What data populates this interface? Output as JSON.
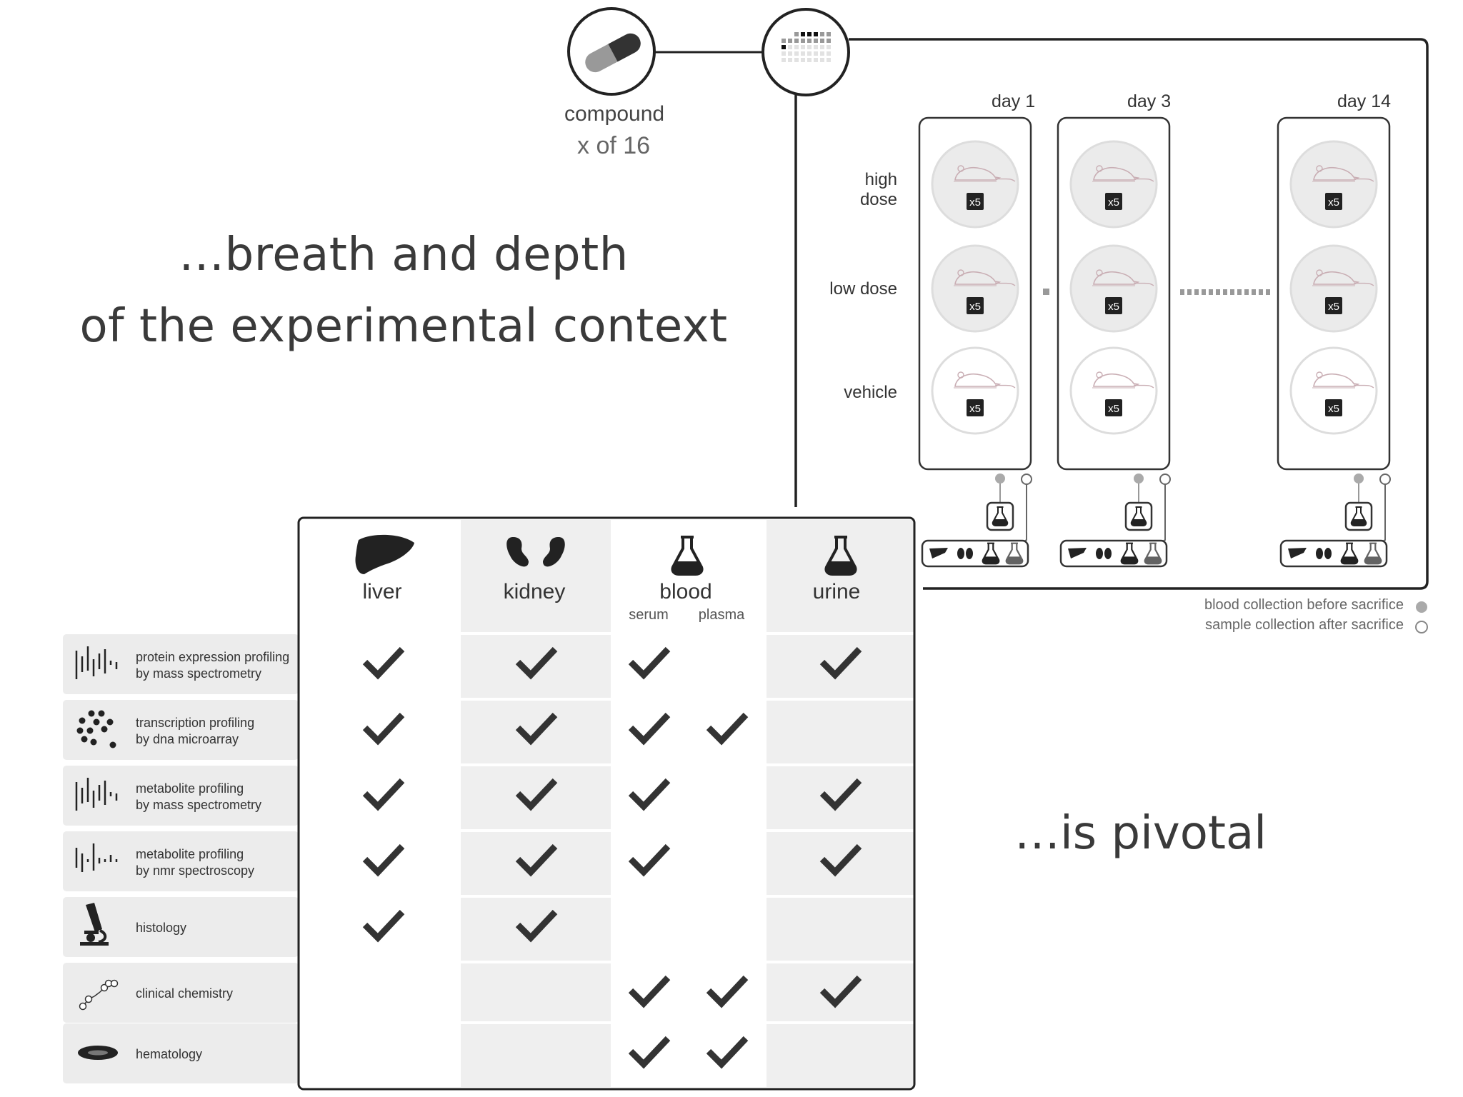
{
  "headline": {
    "line1": "…breath and depth",
    "line2": "of the experimental context",
    "conclusion": "…is pivotal"
  },
  "compound": {
    "label": "compound",
    "count": "x of 16"
  },
  "study_design": {
    "days": [
      "day 1",
      "day 3",
      "day 14"
    ],
    "dose_groups": [
      "high dose",
      "low dose",
      "vehicle"
    ],
    "animals_per_group": "x5",
    "legend": {
      "blood_before": "blood collection before sacrifice",
      "sample_after": "sample collection after sacrifice"
    }
  },
  "table": {
    "columns": [
      {
        "label": "liver",
        "icon": "liver-icon"
      },
      {
        "label": "kidney",
        "icon": "kidney-icon"
      },
      {
        "label": "blood",
        "icon": "flask-icon",
        "sublabels": [
          "serum",
          "plasma"
        ]
      },
      {
        "label": "urine",
        "icon": "flask-icon"
      }
    ],
    "rows": [
      {
        "label_line1": "protein expression profiling",
        "label_line2": "by mass spectrometry",
        "icon": "mass-spectrum-icon",
        "checks": {
          "liver": true,
          "kidney": true,
          "serum": true,
          "plasma": false,
          "urine": true
        }
      },
      {
        "label_line1": "transcription profiling",
        "label_line2": "by dna microarray",
        "icon": "microarray-dots-icon",
        "checks": {
          "liver": true,
          "kidney": true,
          "serum": true,
          "plasma": true,
          "urine": false
        }
      },
      {
        "label_line1": "metabolite profiling",
        "label_line2": "by mass spectrometry",
        "icon": "mass-spectrum-icon",
        "checks": {
          "liver": true,
          "kidney": true,
          "serum": true,
          "plasma": false,
          "urine": true
        }
      },
      {
        "label_line1": "metabolite profiling",
        "label_line2": "by nmr spectroscopy",
        "icon": "nmr-spectrum-icon",
        "checks": {
          "liver": true,
          "kidney": true,
          "serum": true,
          "plasma": false,
          "urine": true
        }
      },
      {
        "label_line1": "histology",
        "label_line2": "",
        "icon": "microscope-icon",
        "checks": {
          "liver": true,
          "kidney": true,
          "serum": false,
          "plasma": false,
          "urine": false
        }
      },
      {
        "label_line1": "clinical chemistry",
        "label_line2": "",
        "icon": "molecule-icon",
        "checks": {
          "liver": false,
          "kidney": false,
          "serum": true,
          "plasma": true,
          "urine": true
        }
      },
      {
        "label_line1": "hematology",
        "label_line2": "",
        "icon": "blood-cell-icon",
        "checks": {
          "liver": false,
          "kidney": false,
          "serum": true,
          "plasma": true,
          "urine": false
        }
      }
    ]
  }
}
